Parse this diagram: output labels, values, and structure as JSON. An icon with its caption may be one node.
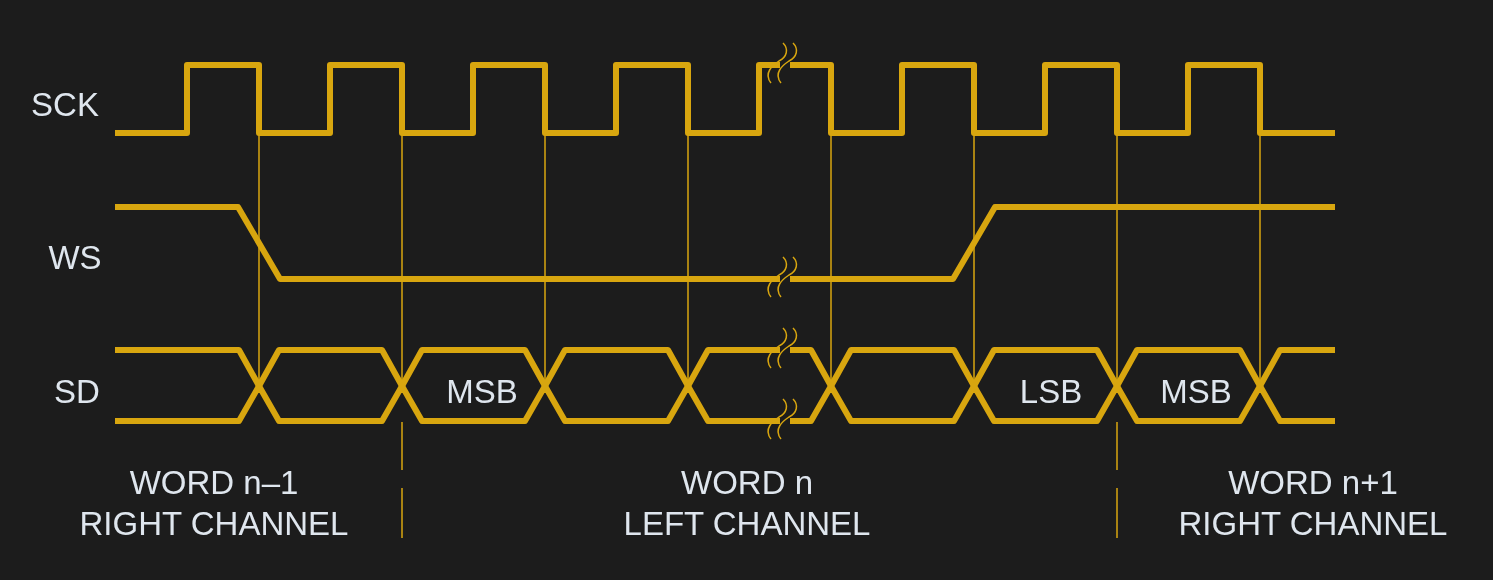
{
  "diagram": {
    "labels": [
      "SCK",
      "WS",
      "SD",
      "MSB",
      "LSB",
      "MSB",
      "WORD n–1",
      "RIGHT CHANNEL",
      "WORD n",
      "LEFT CHANNEL",
      "WORD n+1",
      "RIGHT CHANNEL"
    ]
  }
}
